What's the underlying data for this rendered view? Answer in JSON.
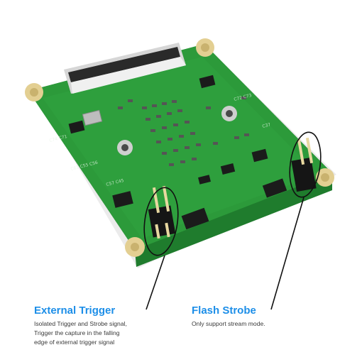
{
  "external_trigger": {
    "title": "External Trigger",
    "lines": [
      "Isolated Trigger and Strobe signal,",
      "Trigger the capture in the falling",
      "edge of external trigger signal"
    ]
  },
  "flash_strobe": {
    "title": "Flash Strobe",
    "lines": [
      "Only support stream mode."
    ]
  },
  "colors": {
    "board": "#2c9a3a",
    "accent_text": "#1c8ee8",
    "gold_pad": "#e3cf92"
  }
}
